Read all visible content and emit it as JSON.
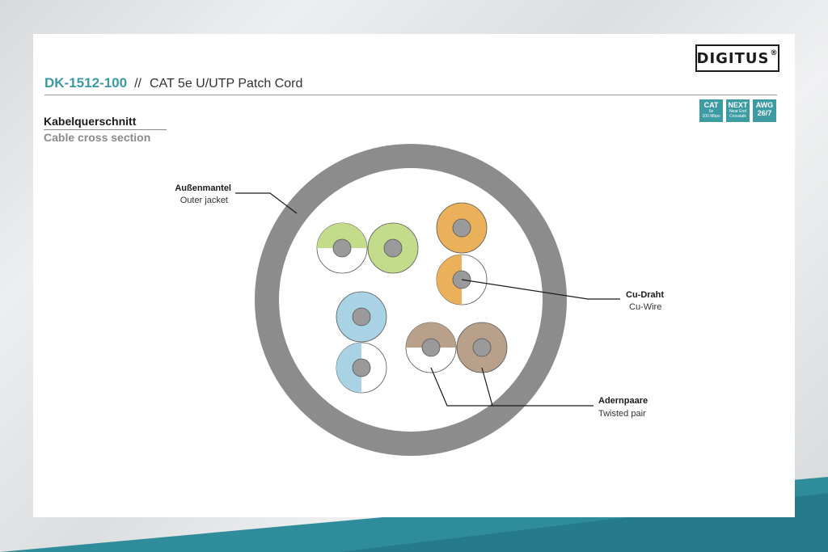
{
  "brand": {
    "logo_text": "DIGITUS",
    "logo_mark": "®"
  },
  "product": {
    "code": "DK-1512-100",
    "separator": "//",
    "name": "CAT 5e U/UTP Patch Cord"
  },
  "badges": [
    {
      "main": "CAT",
      "sub": "5e",
      "sub2": "100 Mbps"
    },
    {
      "main": "NEXT",
      "sub": "Near End",
      "sub2": "Crosstalk"
    },
    {
      "main": "AWG",
      "sub": "26/7",
      "sub2": ""
    }
  ],
  "section": {
    "title_de": "Kabelquerschnitt",
    "title_en": "Cable cross section"
  },
  "labels": {
    "outer_jacket": {
      "de": "Außenmantel",
      "en": "Outer jacket"
    },
    "cu_wire": {
      "de": "Cu-Draht",
      "en": "Cu-Wire"
    },
    "twisted_pair": {
      "de": "Adernpaare",
      "en": "Twisted pair"
    }
  },
  "colors": {
    "accent": "#3b9aa3",
    "jacket": "#8c8c8c",
    "core": "#9a9a9a",
    "green": "#c3dc8c",
    "orange": "#eab15a",
    "blue": "#a9d3e4",
    "brown": "#b8a08a",
    "white": "#ffffff"
  }
}
